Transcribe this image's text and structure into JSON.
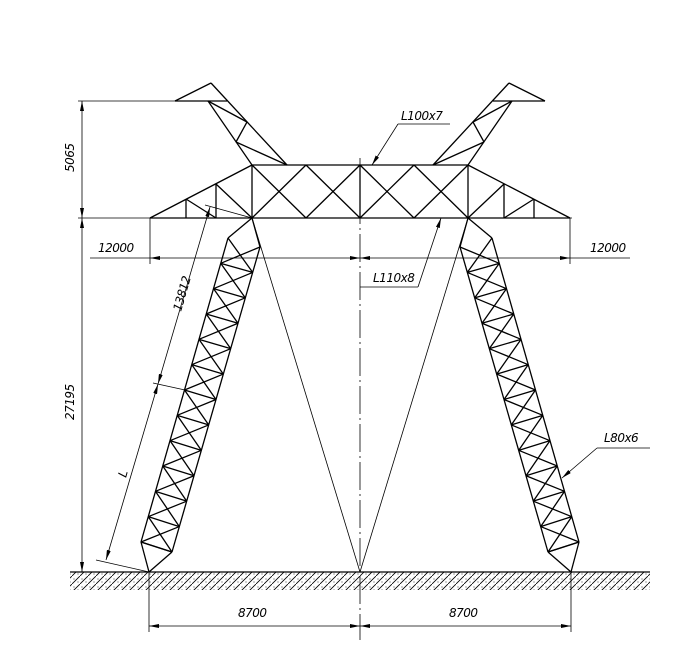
{
  "drawing": {
    "title": "Transmission tower elevation",
    "dimensions": {
      "arm_height": "5065",
      "tower_height": "27195",
      "left_span": "12000",
      "right_span": "12000",
      "leg_length": "13812",
      "leg_segment": "L",
      "base_left": "8700",
      "base_right": "8700"
    },
    "callouts": {
      "top_chord": "L100x7",
      "bottom_chord": "L110x8",
      "leg": "L80x6"
    }
  }
}
